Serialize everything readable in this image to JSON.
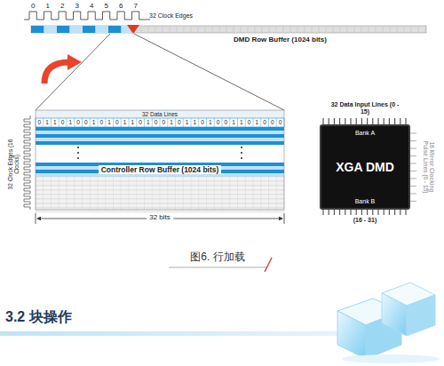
{
  "diagram": {
    "title": "3.2 块操作",
    "caption": "图6. 行加载",
    "nodes": [
      {
        "text": [
          "DMD Row Buffer (1024 bits)"
        ]
      },
      {
        "text": [
          "Controller Row Buffer (1024 bits)"
        ]
      },
      {
        "text": [
          "Bank A",
          "XGA DMD",
          "Bank B"
        ]
      }
    ],
    "labels": [
      "0",
      "1",
      "2",
      "3",
      "4",
      "5",
      "6",
      "7",
      "32 Clock Edges",
      "32 Data Lines",
      "0",
      "1",
      "1",
      "0",
      "1",
      "0",
      "0",
      "1",
      "0",
      "1",
      "0",
      "1",
      "1",
      "0",
      "1",
      "0",
      "0",
      "1",
      "0",
      "1",
      "1",
      "0",
      "1",
      "0",
      "0",
      "1",
      "1",
      "0",
      "1",
      "0",
      "0",
      "0",
      "32 Clock Edges (16 Clocks)",
      "32 bits",
      "32 Data Input Lines (0 - 15)",
      "(16 - 31)",
      "16 Mirror Clocking Pulse Lines (0 - 15)"
    ]
  }
}
